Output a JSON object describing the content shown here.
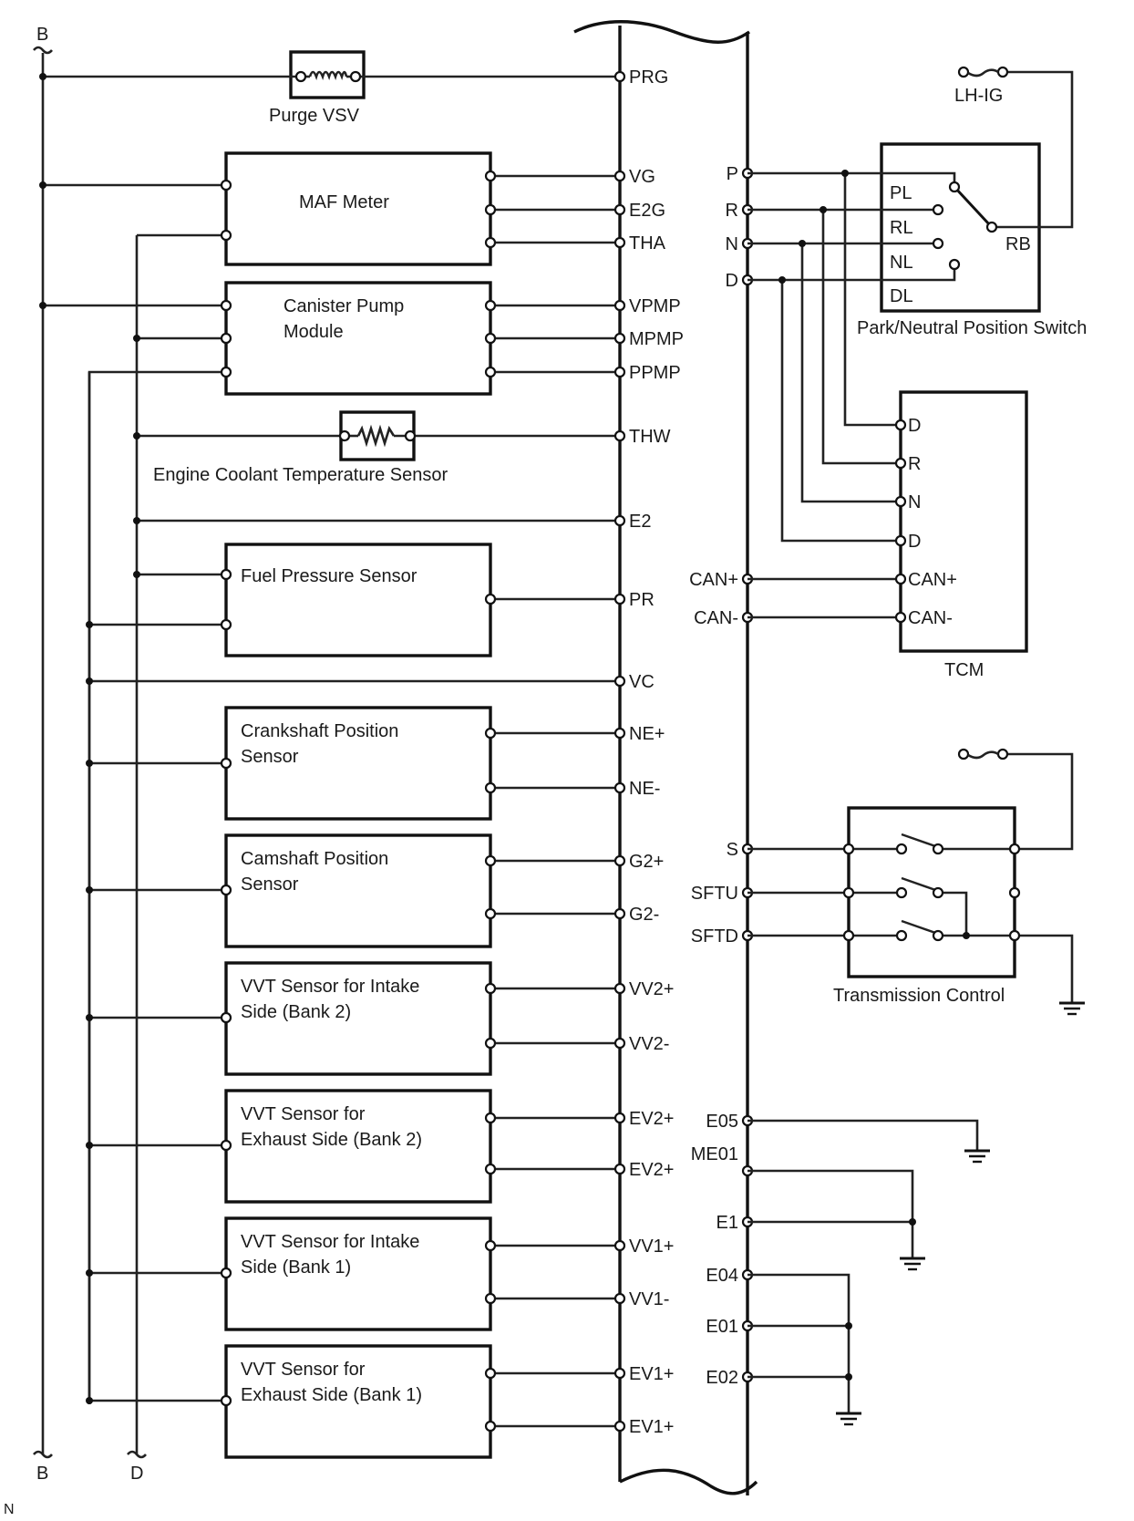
{
  "title": "ECM wiring diagram (engine control module connections)",
  "bus_labels": {
    "b_top": "B",
    "b_bottom": "B",
    "d_bottom": "D",
    "corner_mark": "N"
  },
  "components": {
    "purge_vsv": "Purge VSV",
    "maf_meter": "MAF Meter",
    "canister_pump": [
      "Canister Pump",
      "Module"
    ],
    "ect_sensor": "Engine Coolant Temperature Sensor",
    "fuel_pressure": "Fuel Pressure Sensor",
    "crankshaft": [
      "Crankshaft Position",
      "Sensor"
    ],
    "camshaft": [
      "Camshaft Position",
      "Sensor"
    ],
    "vvt_intake_b2": [
      "VVT Sensor for Intake",
      "Side (Bank 2)"
    ],
    "vvt_exhaust_b2": [
      "VVT Sensor for",
      "Exhaust Side (Bank 2)"
    ],
    "vvt_intake_b1": [
      "VVT Sensor for Intake",
      "Side (Bank 1)"
    ],
    "vvt_exhaust_b1": [
      "VVT Sensor for",
      "Exhaust Side (Bank 1)"
    ],
    "pnp_switch": "Park/Neutral Position Switch",
    "tcm": "TCM",
    "transmission_control": "Transmission Control",
    "fuse_lhig": "LH-IG"
  },
  "ecm_left_pins": [
    "PRG",
    "VG",
    "E2G",
    "THA",
    "VPMP",
    "MPMP",
    "PPMP",
    "THW",
    "E2",
    "PR",
    "VC",
    "NE+",
    "NE-",
    "G2+",
    "G2-",
    "VV2+",
    "VV2-",
    "EV2+",
    "EV2+",
    "VV1+",
    "VV1-",
    "EV1+",
    "EV1+"
  ],
  "ecm_right_pins": [
    "P",
    "R",
    "N",
    "D",
    "CAN+",
    "CAN-",
    "S",
    "SFTU",
    "SFTD",
    "E05",
    "ME01",
    "E1",
    "E04",
    "E01",
    "E02"
  ],
  "pnp_contacts": [
    "PL",
    "RL",
    "NL",
    "DL",
    "RB"
  ],
  "tcm_pins": [
    "D",
    "R",
    "N",
    "D",
    "CAN+",
    "CAN-"
  ]
}
